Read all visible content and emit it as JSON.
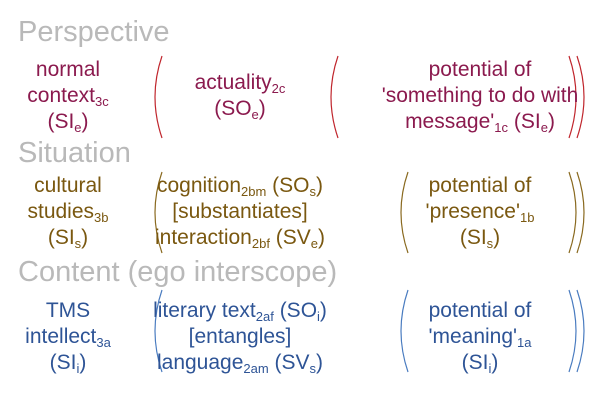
{
  "colors": {
    "heading": "#b9b9b9",
    "perspective": "#8b1a4e",
    "perspective_paren": "#c0262d",
    "situation": "#7a5810",
    "situation_paren": "#8a6a20",
    "content": "#2e5496",
    "content_paren": "#4a7cc0"
  },
  "rows": [
    {
      "heading": "Perspective",
      "color_key": "perspective",
      "cells": [
        [
          [
            {
              "t": "normal"
            }
          ],
          [
            {
              "t": "context"
            },
            {
              "s": "3c"
            }
          ],
          [
            {
              "t": "(SI"
            },
            {
              "s": "e"
            },
            {
              "t": ")"
            }
          ]
        ],
        [
          [
            {
              "t": "actuality"
            },
            {
              "s": "2c"
            }
          ],
          [
            {
              "t": "(SO"
            },
            {
              "s": "e"
            },
            {
              "t": ")"
            }
          ]
        ],
        [
          [
            {
              "t": "potential of"
            }
          ],
          [
            {
              "t": "'something to do with"
            }
          ],
          [
            {
              "t": "message'"
            },
            {
              "s": "1c"
            },
            {
              "t": " (SI"
            },
            {
              "s": "e"
            },
            {
              "t": ")"
            }
          ]
        ]
      ]
    },
    {
      "heading": "Situation",
      "color_key": "situation",
      "cells": [
        [
          [
            {
              "t": "cultural"
            }
          ],
          [
            {
              "t": "studies"
            },
            {
              "s": "3b"
            }
          ],
          [
            {
              "t": "(SI"
            },
            {
              "s": "s"
            },
            {
              "t": ")"
            }
          ]
        ],
        [
          [
            {
              "t": "cognition"
            },
            {
              "s": "2bm"
            },
            {
              "t": " (SO"
            },
            {
              "s": "s"
            },
            {
              "t": ")"
            }
          ],
          [
            {
              "t": "[substantiates]"
            }
          ],
          [
            {
              "t": "interaction"
            },
            {
              "s": "2bf"
            },
            {
              "t": " (SV"
            },
            {
              "s": "e"
            },
            {
              "t": ")"
            }
          ]
        ],
        [
          [
            {
              "t": "potential of"
            }
          ],
          [
            {
              "t": "'presence'"
            },
            {
              "s": "1b"
            }
          ],
          [
            {
              "t": "(SI"
            },
            {
              "s": "s"
            },
            {
              "t": ")"
            }
          ]
        ]
      ]
    },
    {
      "heading": "Content (ego interscope)",
      "color_key": "content",
      "cells": [
        [
          [
            {
              "t": "TMS"
            }
          ],
          [
            {
              "t": "intellect"
            },
            {
              "s": "3a"
            }
          ],
          [
            {
              "t": "(SI"
            },
            {
              "s": "i"
            },
            {
              "t": ")"
            }
          ]
        ],
        [
          [
            {
              "t": "literary text"
            },
            {
              "s": "2af"
            },
            {
              "t": " (SO"
            },
            {
              "s": "i"
            },
            {
              "t": ")"
            }
          ],
          [
            {
              "t": "[entangles]"
            }
          ],
          [
            {
              "t": "language"
            },
            {
              "s": "2am"
            },
            {
              "t": " (SV"
            },
            {
              "s": "s"
            },
            {
              "t": ")"
            }
          ]
        ],
        [
          [
            {
              "t": "potential of"
            }
          ],
          [
            {
              "t": "'meaning'"
            },
            {
              "s": "1a"
            }
          ],
          [
            {
              "t": "(SI"
            },
            {
              "s": "i"
            },
            {
              "t": ")"
            }
          ]
        ]
      ]
    }
  ]
}
